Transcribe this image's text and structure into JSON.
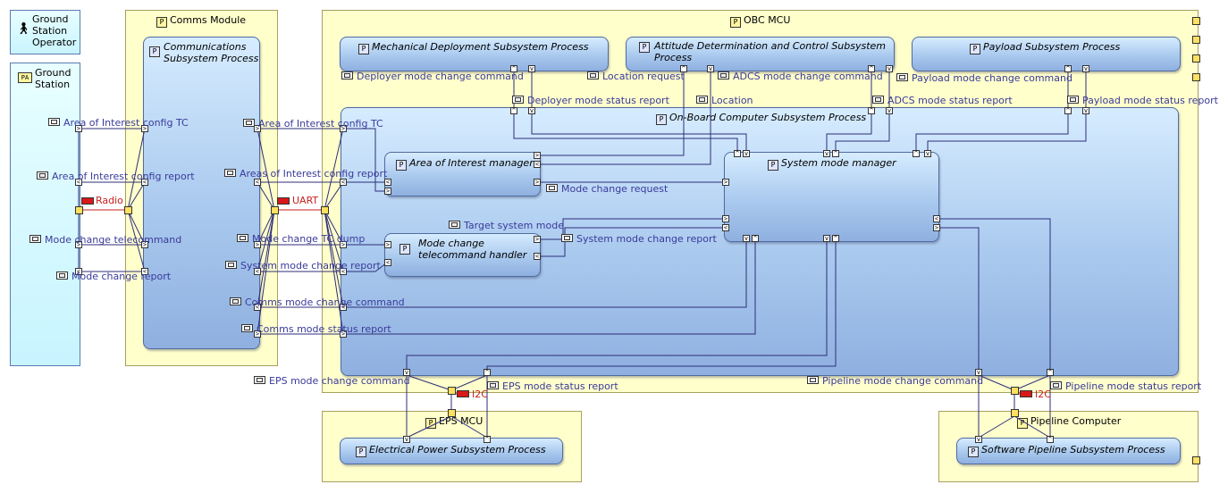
{
  "nodes": {
    "ground_station_operator": "Ground Station Operator",
    "ground_station": "Ground Station",
    "comms_module": "Comms Module",
    "obc_mcu": "OBC MCU",
    "eps_mcu": "EPS MCU",
    "pipeline_computer": "Pipeline Computer"
  },
  "processes": {
    "comms": "Communications Subsystem Process",
    "mechanical": "Mechanical Deployment Subsystem Process",
    "adcs": "Attitude Determination and Control Subsystem Process",
    "payload": "Payload Subsystem Process",
    "obc": "On-Board Computer Subsystem Process",
    "aoi_manager": "Area of Interest manager",
    "system_mode_manager": "System mode manager",
    "mode_change_handler": "Mode change telecommand handler",
    "eps": "Electrical Power Subsystem Process",
    "pipeline": "Software Pipeline Subsystem Process"
  },
  "flows": {
    "gs_aoi_tc": "Area of Interest config TC",
    "gs_aoi_report": "Area of Interest config report",
    "radio": "Radio",
    "gs_mode_tc": "Mode change telecommand",
    "gs_mode_report": "Mode change report",
    "cm_aoi_tc": "Area of Interest config TC",
    "cm_aoi_report": "Areas of Interest config report",
    "uart": "UART",
    "cm_mode_dump": "Mode change TC dump",
    "cm_sys_report": "System mode change report",
    "cm_comms_cmd": "Comms mode change command",
    "cm_comms_status": "Comms mode status report",
    "deployer_cmd": "Deployer mode change command",
    "deployer_status": "Deployer mode status report",
    "location_request": "Location request",
    "location": "Location",
    "adcs_cmd": "ADCS mode change command",
    "adcs_status": "ADCS mode status report",
    "payload_cmd": "Payload mode change command",
    "payload_status": "Payload mode status report",
    "mode_change_request": "Mode change request",
    "target_system_mode": "Target system mode",
    "system_mode_change_report": "System mode change report",
    "eps_cmd": "EPS mode change command",
    "eps_status": "EPS mode status report",
    "i2c_eps": "I2C",
    "pipeline_cmd": "Pipeline mode change command",
    "pipeline_status": "Pipeline mode status report",
    "i2c_pipeline": "I2C"
  },
  "icons": {
    "stereotype": "P",
    "node_icon": "node-stereotype-icon",
    "process_icon": "process-stereotype-icon",
    "flow_icon": "flow-icon",
    "actor_icon": "actor-icon",
    "station_icon": "PA"
  },
  "colors": {
    "node_fill": "#ffffcc",
    "ground_station_fill": "#ccf6ff",
    "process_fill": "#a9c9ee",
    "flow_label": "#3a3a9a",
    "bus_label": "#c81e1e",
    "wire": "#2e2e7a"
  }
}
